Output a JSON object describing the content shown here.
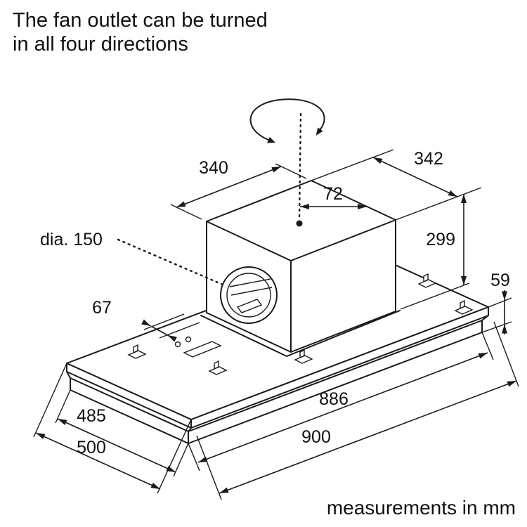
{
  "title": {
    "line1": "The fan outlet can be turned",
    "line2": "in all four directions"
  },
  "dimensions": {
    "box_depth": "342",
    "box_height": "299",
    "panel_thickness": "59",
    "box_width": "340",
    "axis_offset": "72",
    "outlet_diameter": "dia. 150",
    "collar_offset": "67",
    "inner_length": "886",
    "out_length": "900",
    "inner_depth": "485",
    "outer_depth": "500"
  },
  "footer": {
    "note": "measurements in mm"
  },
  "colors": {
    "line": "#1a1a1a",
    "background": "#ffffff"
  }
}
